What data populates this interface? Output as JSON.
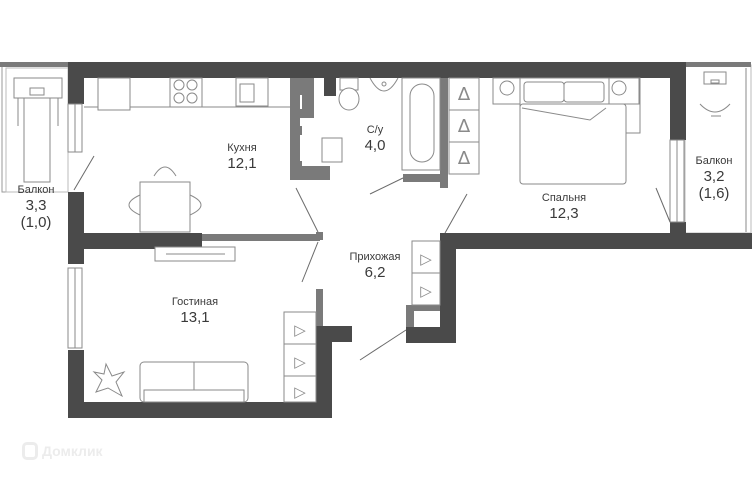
{
  "plan": {
    "rooms": [
      {
        "id": "kitchen",
        "name": "Кухня",
        "area": "12,1"
      },
      {
        "id": "bathroom",
        "name": "С/у",
        "area": "4,0"
      },
      {
        "id": "bedroom",
        "name": "Спальня",
        "area": "12,3"
      },
      {
        "id": "balcony-left",
        "name": "Балкон",
        "area": "3,3",
        "sub": "(1,0)"
      },
      {
        "id": "balcony-right",
        "name": "Балкон",
        "area": "3,2",
        "sub": "(1,6)"
      },
      {
        "id": "hallway",
        "name": "Прихожая",
        "area": "6,2"
      },
      {
        "id": "living-room",
        "name": "Гостиная",
        "area": "13,1"
      }
    ],
    "colors": {
      "wall": "#4a4a4a",
      "partition": "#7a7a7a",
      "furniture_stroke": "#8a8a8a",
      "text": "#3a3a3a"
    }
  },
  "watermark": {
    "text": "Домклик"
  }
}
